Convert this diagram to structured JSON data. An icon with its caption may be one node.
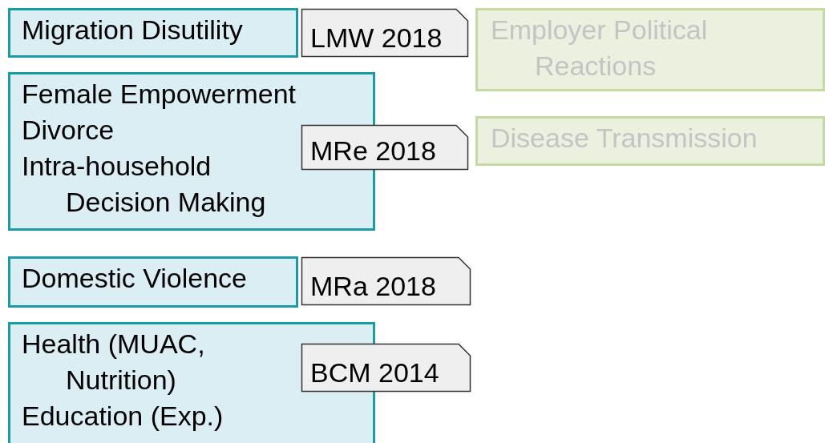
{
  "diagram": {
    "nodes": [
      {
        "text": [
          "Migration Disutility"
        ]
      },
      {
        "text": [
          "LMW 2018"
        ]
      },
      {
        "text": [
          "Employer Political Reactions"
        ]
      },
      {
        "text": [
          "Female Empowerment",
          "Divorce",
          "Intra-household Decision Making"
        ]
      },
      {
        "text": [
          "MRe 2018"
        ]
      },
      {
        "text": [
          "Disease Transmission"
        ]
      },
      {
        "text": [
          "Domestic Violence"
        ]
      },
      {
        "text": [
          "MRa 2018"
        ]
      },
      {
        "text": [
          "Health (MUAC, Nutrition)",
          "Education (Exp.)"
        ]
      },
      {
        "text": [
          "BCM 2014"
        ]
      }
    ]
  }
}
